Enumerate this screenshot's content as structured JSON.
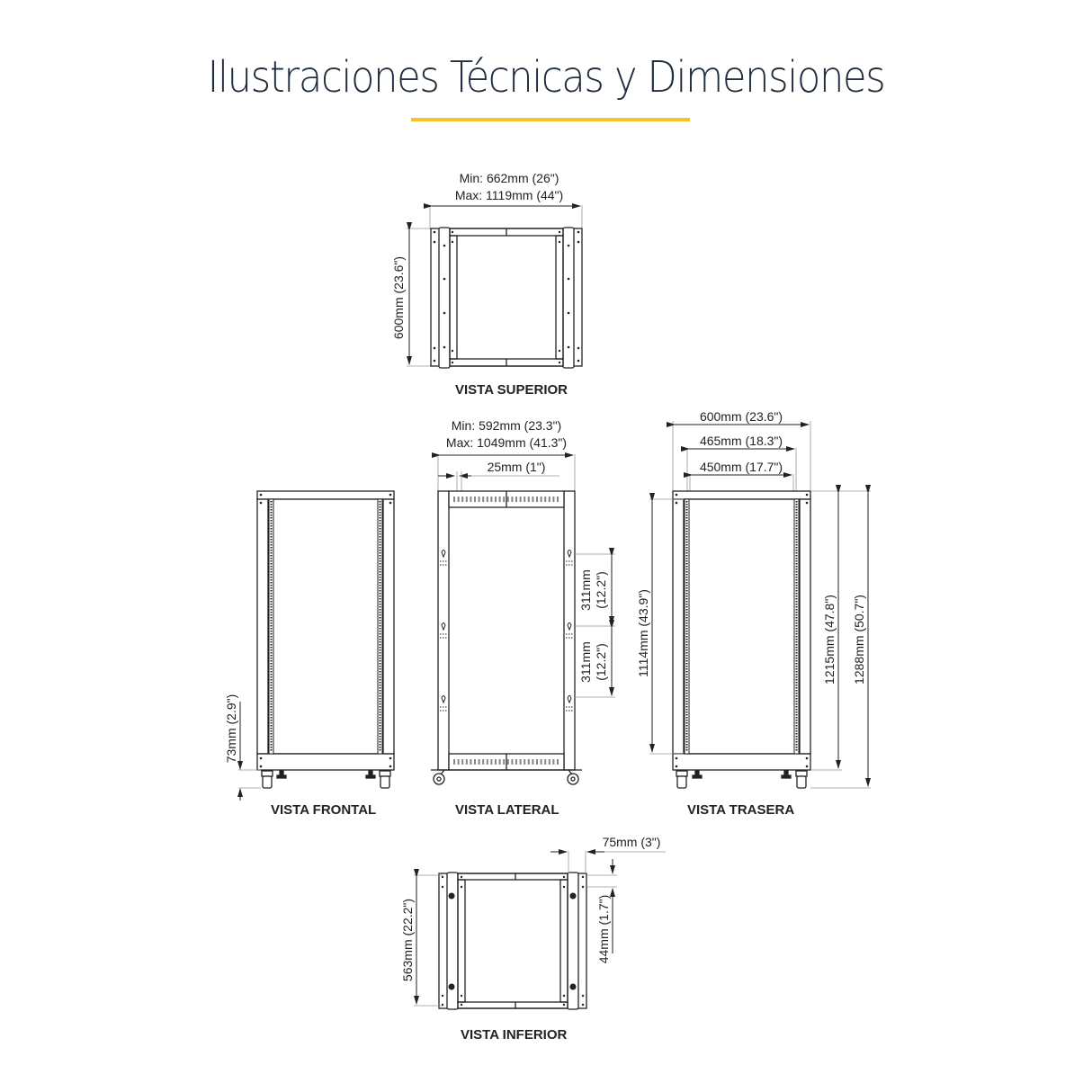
{
  "header": {
    "title": "Ilustraciones Técnicas y Dimensiones",
    "accent_color": "#f6c42c",
    "title_color": "#1f2d3d"
  },
  "views": {
    "top": {
      "label": "VISTA SUPERIOR",
      "width_min": "Min: 662mm (26\")",
      "width_max": "Max: 1119mm (44\")",
      "depth": "600mm (23.6\")"
    },
    "front": {
      "label": "VISTA FRONTAL",
      "caster_height": "73mm (2.9\")"
    },
    "side": {
      "label": "VISTA LATERAL",
      "depth_min": "Min: 592mm (23.3\")",
      "depth_max": "Max: 1049mm (41.3\")",
      "offset": "25mm (1\")",
      "spacing_1": "311mm",
      "spacing_1_in": "(12.2\")",
      "spacing_2": "311mm",
      "spacing_2_in": "(12.2\")"
    },
    "rear": {
      "label": "VISTA TRASERA",
      "outer_width": "600mm (23.6\")",
      "rail_width": "465mm (18.3\")",
      "inner_width": "450mm (17.7\")",
      "rail_height": "1114mm (43.9\")",
      "frame_height": "1215mm (47.8\")",
      "total_height": "1288mm (50.7\")"
    },
    "bottom": {
      "label": "VISTA INFERIOR",
      "depth": "563mm (22.2\")",
      "rail_offset": "75mm (3\")",
      "hole_spacing": "44mm (1.7\")"
    }
  }
}
